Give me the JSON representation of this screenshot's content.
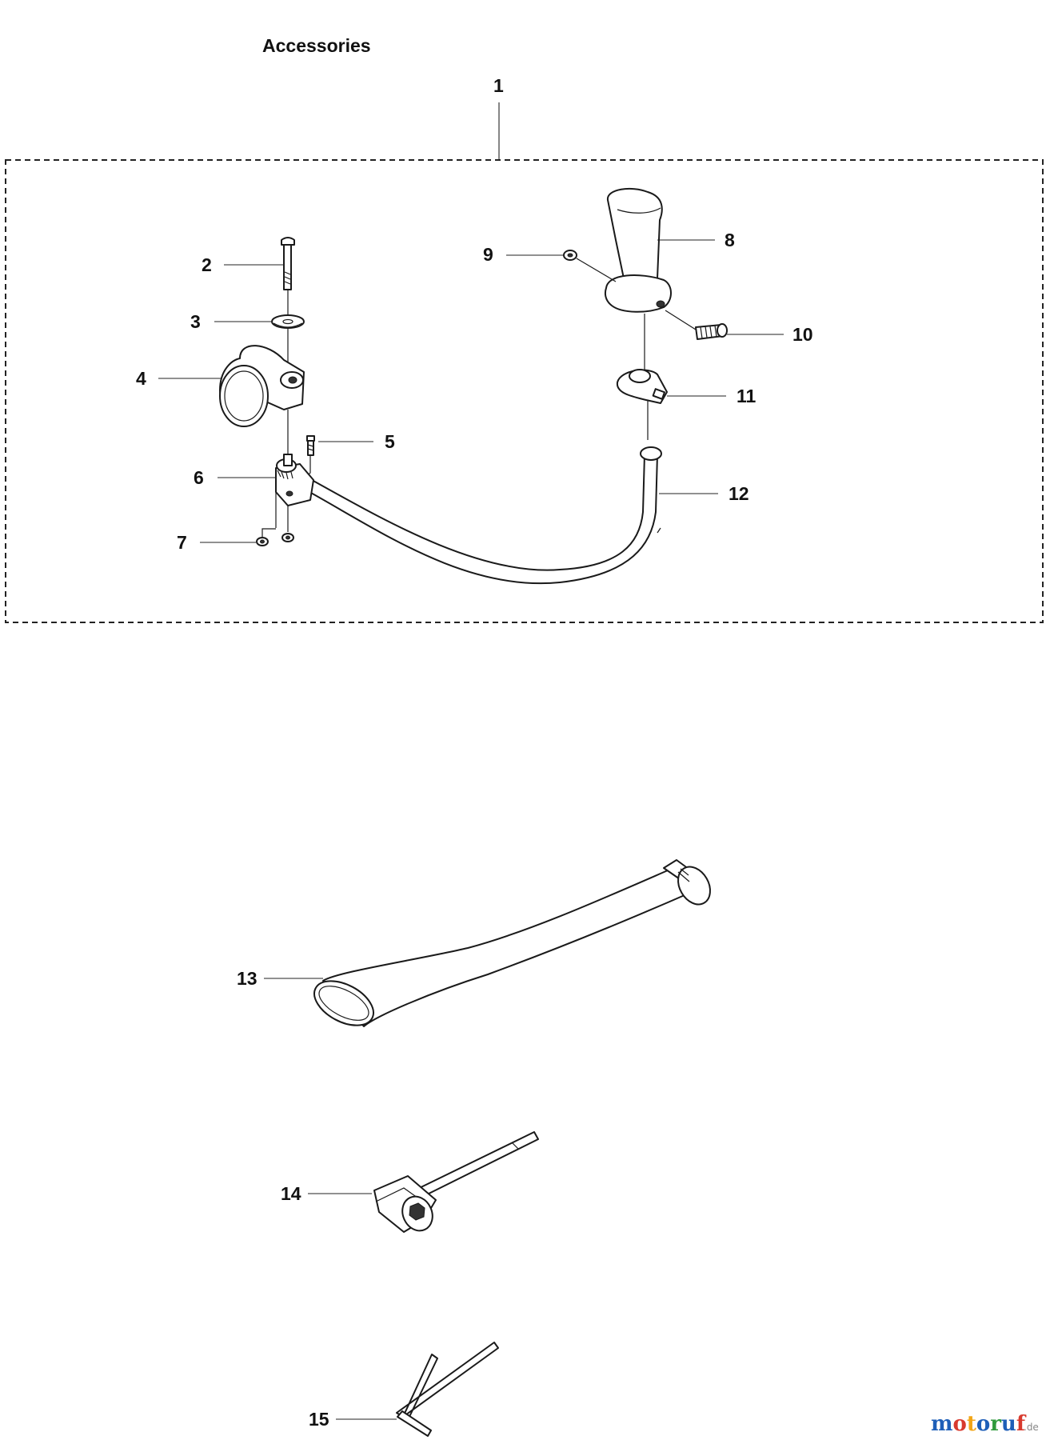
{
  "diagram": {
    "title": "Accessories",
    "assembly_label": "1",
    "callouts": [
      {
        "id": "2",
        "label": "2"
      },
      {
        "id": "3",
        "label": "3"
      },
      {
        "id": "4",
        "label": "4"
      },
      {
        "id": "5",
        "label": "5"
      },
      {
        "id": "6",
        "label": "6"
      },
      {
        "id": "7",
        "label": "7"
      },
      {
        "id": "8",
        "label": "8"
      },
      {
        "id": "9",
        "label": "9"
      },
      {
        "id": "10",
        "label": "10"
      },
      {
        "id": "11",
        "label": "11"
      },
      {
        "id": "12",
        "label": "12"
      },
      {
        "id": "13",
        "label": "13"
      },
      {
        "id": "14",
        "label": "14"
      },
      {
        "id": "15",
        "label": "15"
      }
    ]
  },
  "watermark": {
    "text_main": "motoruf",
    "text_suffix": ".de",
    "colors": [
      "#1e5fb8",
      "#d83a2e",
      "#f2a516",
      "#1e5fb8",
      "#2f9a3c",
      "#1e5fb8",
      "#d83a2e"
    ]
  }
}
